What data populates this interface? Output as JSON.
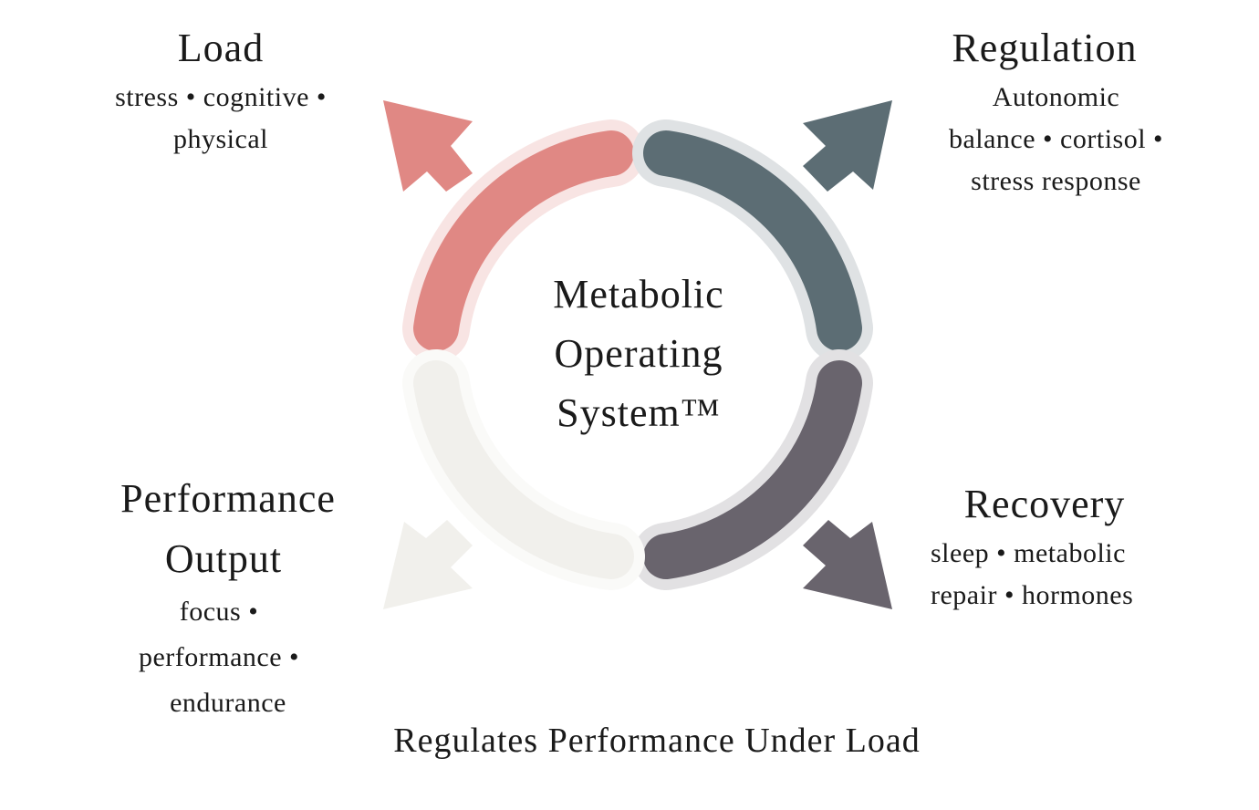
{
  "center": {
    "lines": [
      "Metabolic",
      "Operating",
      "System™"
    ]
  },
  "quadrants": [
    {
      "id": "load",
      "title_lines": [
        "Load"
      ],
      "sub_lines": [
        "stress • cognitive •",
        "physical"
      ],
      "color": "#e08884",
      "halo": "#f8e4e3",
      "arrow_direction": "up-left"
    },
    {
      "id": "regulation",
      "title_lines": [
        "Regulation"
      ],
      "sub_lines": [
        "Autonomic",
        "balance • cortisol •",
        "stress response"
      ],
      "color": "#5c6d74",
      "halo": "#dfe2e4",
      "arrow_direction": "up-right"
    },
    {
      "id": "recovery",
      "title_lines": [
        "Recovery"
      ],
      "sub_lines": [
        "sleep • metabolic",
        "repair • hormones"
      ],
      "color": "#69646d",
      "halo": "#e2e1e3",
      "arrow_direction": "down-right"
    },
    {
      "id": "performance",
      "title_lines": [
        "Performance",
        "Output"
      ],
      "sub_lines": [
        "focus •",
        "performance •",
        "endurance"
      ],
      "color": "#f1f0ec",
      "halo": "#fafaf8",
      "arrow_direction": "down-left"
    }
  ],
  "footer": "Regulates Performance Under Load"
}
